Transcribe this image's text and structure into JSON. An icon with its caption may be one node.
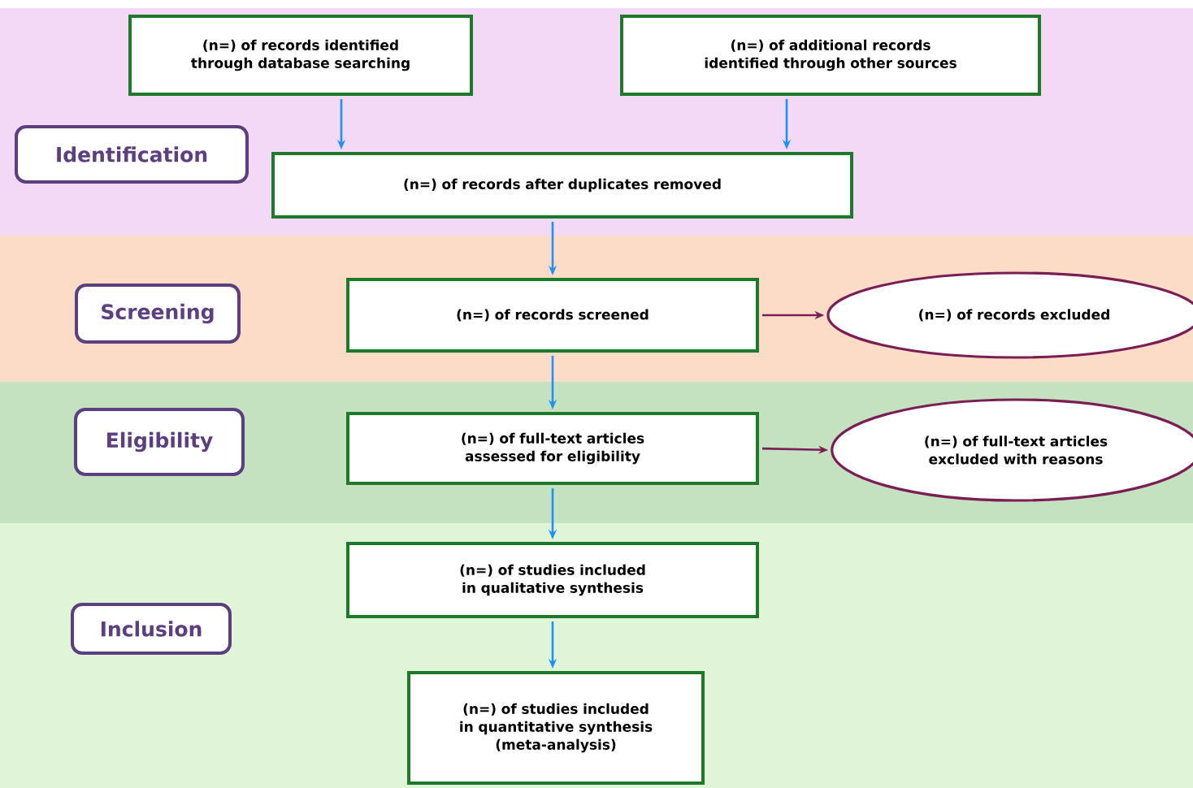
{
  "diagram": {
    "nodes": [
      {
        "text": [
          "(n=) of records identified through database searching"
        ]
      },
      {
        "text": [
          "(n=) of additional records identified through other sources"
        ]
      },
      {
        "text": [
          "Identification"
        ]
      },
      {
        "text": [
          "(n=) of records after duplicates removed"
        ]
      },
      {
        "text": [
          "Screening"
        ]
      },
      {
        "text": [
          "(n=) of records screened"
        ]
      },
      {
        "text": [
          "(n=) of records excluded"
        ]
      },
      {
        "text": [
          "Eligibility"
        ]
      },
      {
        "text": [
          "(n=) of full-text articles assessed for eligibility"
        ]
      },
      {
        "text": [
          "(n=) of full-text articles excluded with reasons"
        ]
      },
      {
        "text": [
          "Inclusion"
        ]
      },
      {
        "text": [
          "(n=) of studies included in qualitative synthesis"
        ]
      },
      {
        "text": [
          "(n=) of studies included in quantitative synthesis (meta-analysis)"
        ]
      }
    ],
    "edges": [
      {
        "from": 0,
        "to": 3,
        "arrow": "to"
      },
      {
        "from": 1,
        "to": 3,
        "arrow": "to"
      },
      {
        "from": 3,
        "to": 5,
        "arrow": "to"
      },
      {
        "from": 5,
        "to": 6,
        "arrow": "to",
        "color": "#7a1f55"
      },
      {
        "from": 5,
        "to": 8,
        "arrow": "to"
      },
      {
        "from": 8,
        "to": 9,
        "arrow": "to",
        "color": "#7a1f55"
      },
      {
        "from": 8,
        "to": 11,
        "arrow": "to"
      },
      {
        "from": 11,
        "to": 12,
        "arrow": "to"
      }
    ]
  }
}
